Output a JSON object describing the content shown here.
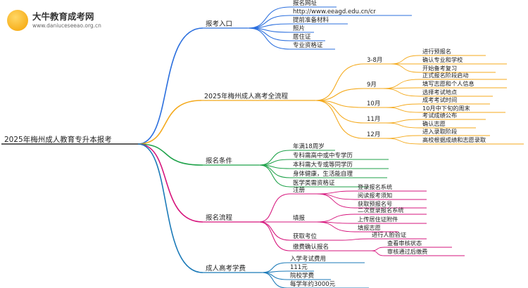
{
  "logo": {
    "name": "大牛教育成考网",
    "url": "www.daniuceseeao.org.cn",
    "icon": "logo-seal-icon",
    "color": "#f4a100"
  },
  "colors": {
    "root": "#000000",
    "b1": "#2b6fde",
    "b2": "#f4a91b",
    "b3": "#1fa24a",
    "b4": "#d6147c",
    "b5": "#1b7ab8"
  },
  "mindmap": {
    "root": "2025年梅州成人教育专升本报考",
    "branches": [
      {
        "label": "报考入口",
        "children": [
          {
            "label": "报名网址"
          },
          {
            "label": "http://www.eeagd.edu.cn/cr"
          },
          {
            "label": "提前准备材料"
          },
          {
            "label": "照片"
          },
          {
            "label": "居住证"
          },
          {
            "label": "专业资格证"
          }
        ]
      },
      {
        "label": "2025年梅州成人高考全流程",
        "children": [
          {
            "label": "3-8月",
            "children": [
              "进行预报名",
              "确认专业和学校",
              "开始备考复习"
            ]
          },
          {
            "label": "9月",
            "children": [
              "正式报名阶段启动",
              "填写志愿和个人信息",
              "选择考试地点"
            ]
          },
          {
            "label": "10月",
            "children": [
              "成考考试时间",
              "10月中下旬的周末"
            ]
          },
          {
            "label": "11月",
            "children": [
              "考试成绩公布",
              "确认志愿"
            ]
          },
          {
            "label": "12月",
            "children": [
              "进入录取阶段",
              "高校根据成绩和志愿录取"
            ]
          }
        ]
      },
      {
        "label": "报名条件",
        "children": [
          {
            "label": "年满18周岁"
          },
          {
            "label": "专科需高中或中专学历"
          },
          {
            "label": "本科需大专或等同学历"
          },
          {
            "label": "身体健康，生活能自理"
          },
          {
            "label": "医学类需资格证"
          }
        ]
      },
      {
        "label": "报名流程",
        "children": [
          {
            "label": "注册",
            "children": [
              "登录报名系统",
              "阅读报考须知",
              "获取预报名号"
            ]
          },
          {
            "label": "填报",
            "children": [
              "二次登录报名系统",
              "上传居住证附件",
              "填报志愿"
            ]
          },
          {
            "label": "获取考位",
            "children": [
              "进行人脸验证"
            ]
          },
          {
            "label": "缴费确认报名",
            "children": [
              "查看审核状态",
              "审核通过后缴费"
            ]
          }
        ]
      },
      {
        "label": "成人高考学费",
        "children": [
          {
            "label": "入学考试费用"
          },
          {
            "label": "111元"
          },
          {
            "label": "院校学费"
          },
          {
            "label": "每学年约3000元"
          }
        ]
      }
    ]
  }
}
